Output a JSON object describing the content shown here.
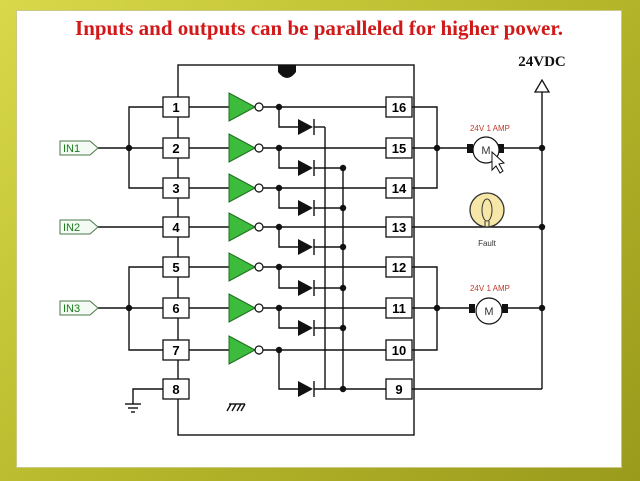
{
  "title": "Inputs and outputs can be paralleled for higher power.",
  "supply_label": "24VDC",
  "inputs": [
    "IN1",
    "IN2",
    "IN3"
  ],
  "left_pins": [
    "1",
    "2",
    "3",
    "4",
    "5",
    "6",
    "7",
    "8"
  ],
  "right_pins": [
    "16",
    "15",
    "14",
    "13",
    "12",
    "11",
    "10",
    "9"
  ],
  "motor1": {
    "rating": "24V 1 AMP",
    "symbol": "M"
  },
  "motor2": {
    "rating": "24V 1 AMP",
    "symbol": "M"
  },
  "lamp": {
    "label": "Fault"
  },
  "colors": {
    "title": "#d11919",
    "buffer": "#3dbb3d",
    "frame": "#b8b82c",
    "input_tag": "#1a7a1a"
  }
}
